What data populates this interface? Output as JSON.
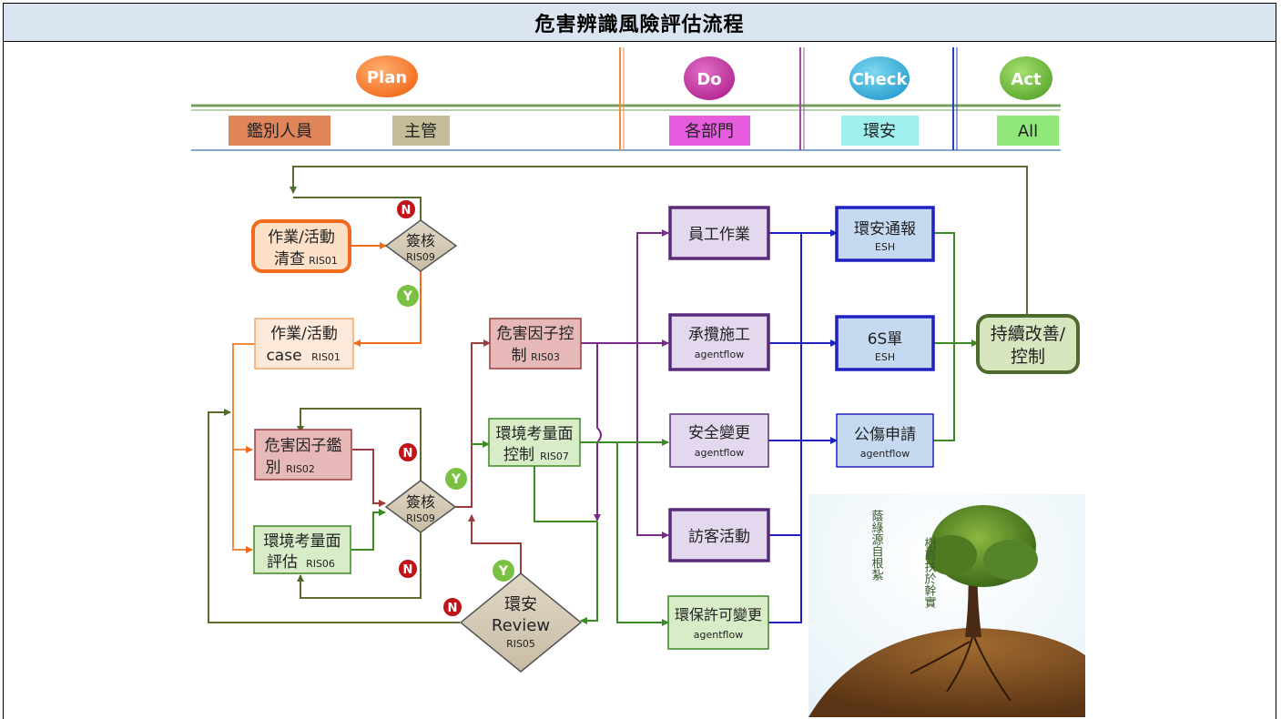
{
  "title": "危害辨識風險評估流程",
  "phases": {
    "plan": "Plan",
    "do": "Do",
    "check": "Check",
    "act": "Act"
  },
  "roles": {
    "identifier": "鑑別人員",
    "supervisor": "主管",
    "departments": "各部門",
    "esh": "環安",
    "all": "All"
  },
  "nodes": {
    "activity_check": [
      "作業/活動",
      "清查",
      "RIS01"
    ],
    "sign1": [
      "簽核",
      "RIS09"
    ],
    "activity_case": [
      "作業/活動",
      "case",
      " RIS01"
    ],
    "hazard_identify": [
      "危害因子鑑",
      "別",
      "RIS02"
    ],
    "env_evaluate": [
      "環境考量面",
      "評估",
      "RIS06"
    ],
    "sign2": [
      "簽核",
      "RIS09"
    ],
    "hazard_control": [
      "危害因子控",
      "制",
      "RIS03"
    ],
    "env_control": [
      "環境考量面",
      "控制",
      "RIS07"
    ],
    "esh_review": [
      "環安",
      "Review",
      "RIS05"
    ],
    "employee_work": [
      "員工作業"
    ],
    "contractor": [
      "承攬施工",
      "agentflow"
    ],
    "safety_change": [
      "安全變更",
      "agentflow"
    ],
    "visitor": [
      "訪客活動"
    ],
    "env_permit": [
      "環保許可變更",
      "agentflow"
    ],
    "esh_notify": [
      "環安通報",
      "ESH"
    ],
    "six_s": [
      "6S單",
      "ESH"
    ],
    "injury_apply": [
      "公傷申請",
      "agentflow"
    ],
    "improve": [
      "持續改善/",
      "控制"
    ]
  },
  "badges": {
    "no": "N",
    "yes": "Y"
  },
  "tree_poem": {
    "col1": "蔭綠源自根紮",
    "col2": "樹高扶於幹實"
  },
  "colors": {
    "orange": "#f26b1d",
    "green": "#4e7c2e",
    "purple": "#6a2c8a",
    "blue": "#2424c8",
    "redbrown": "#9b3b3b",
    "olive": "#5e6a2e"
  }
}
